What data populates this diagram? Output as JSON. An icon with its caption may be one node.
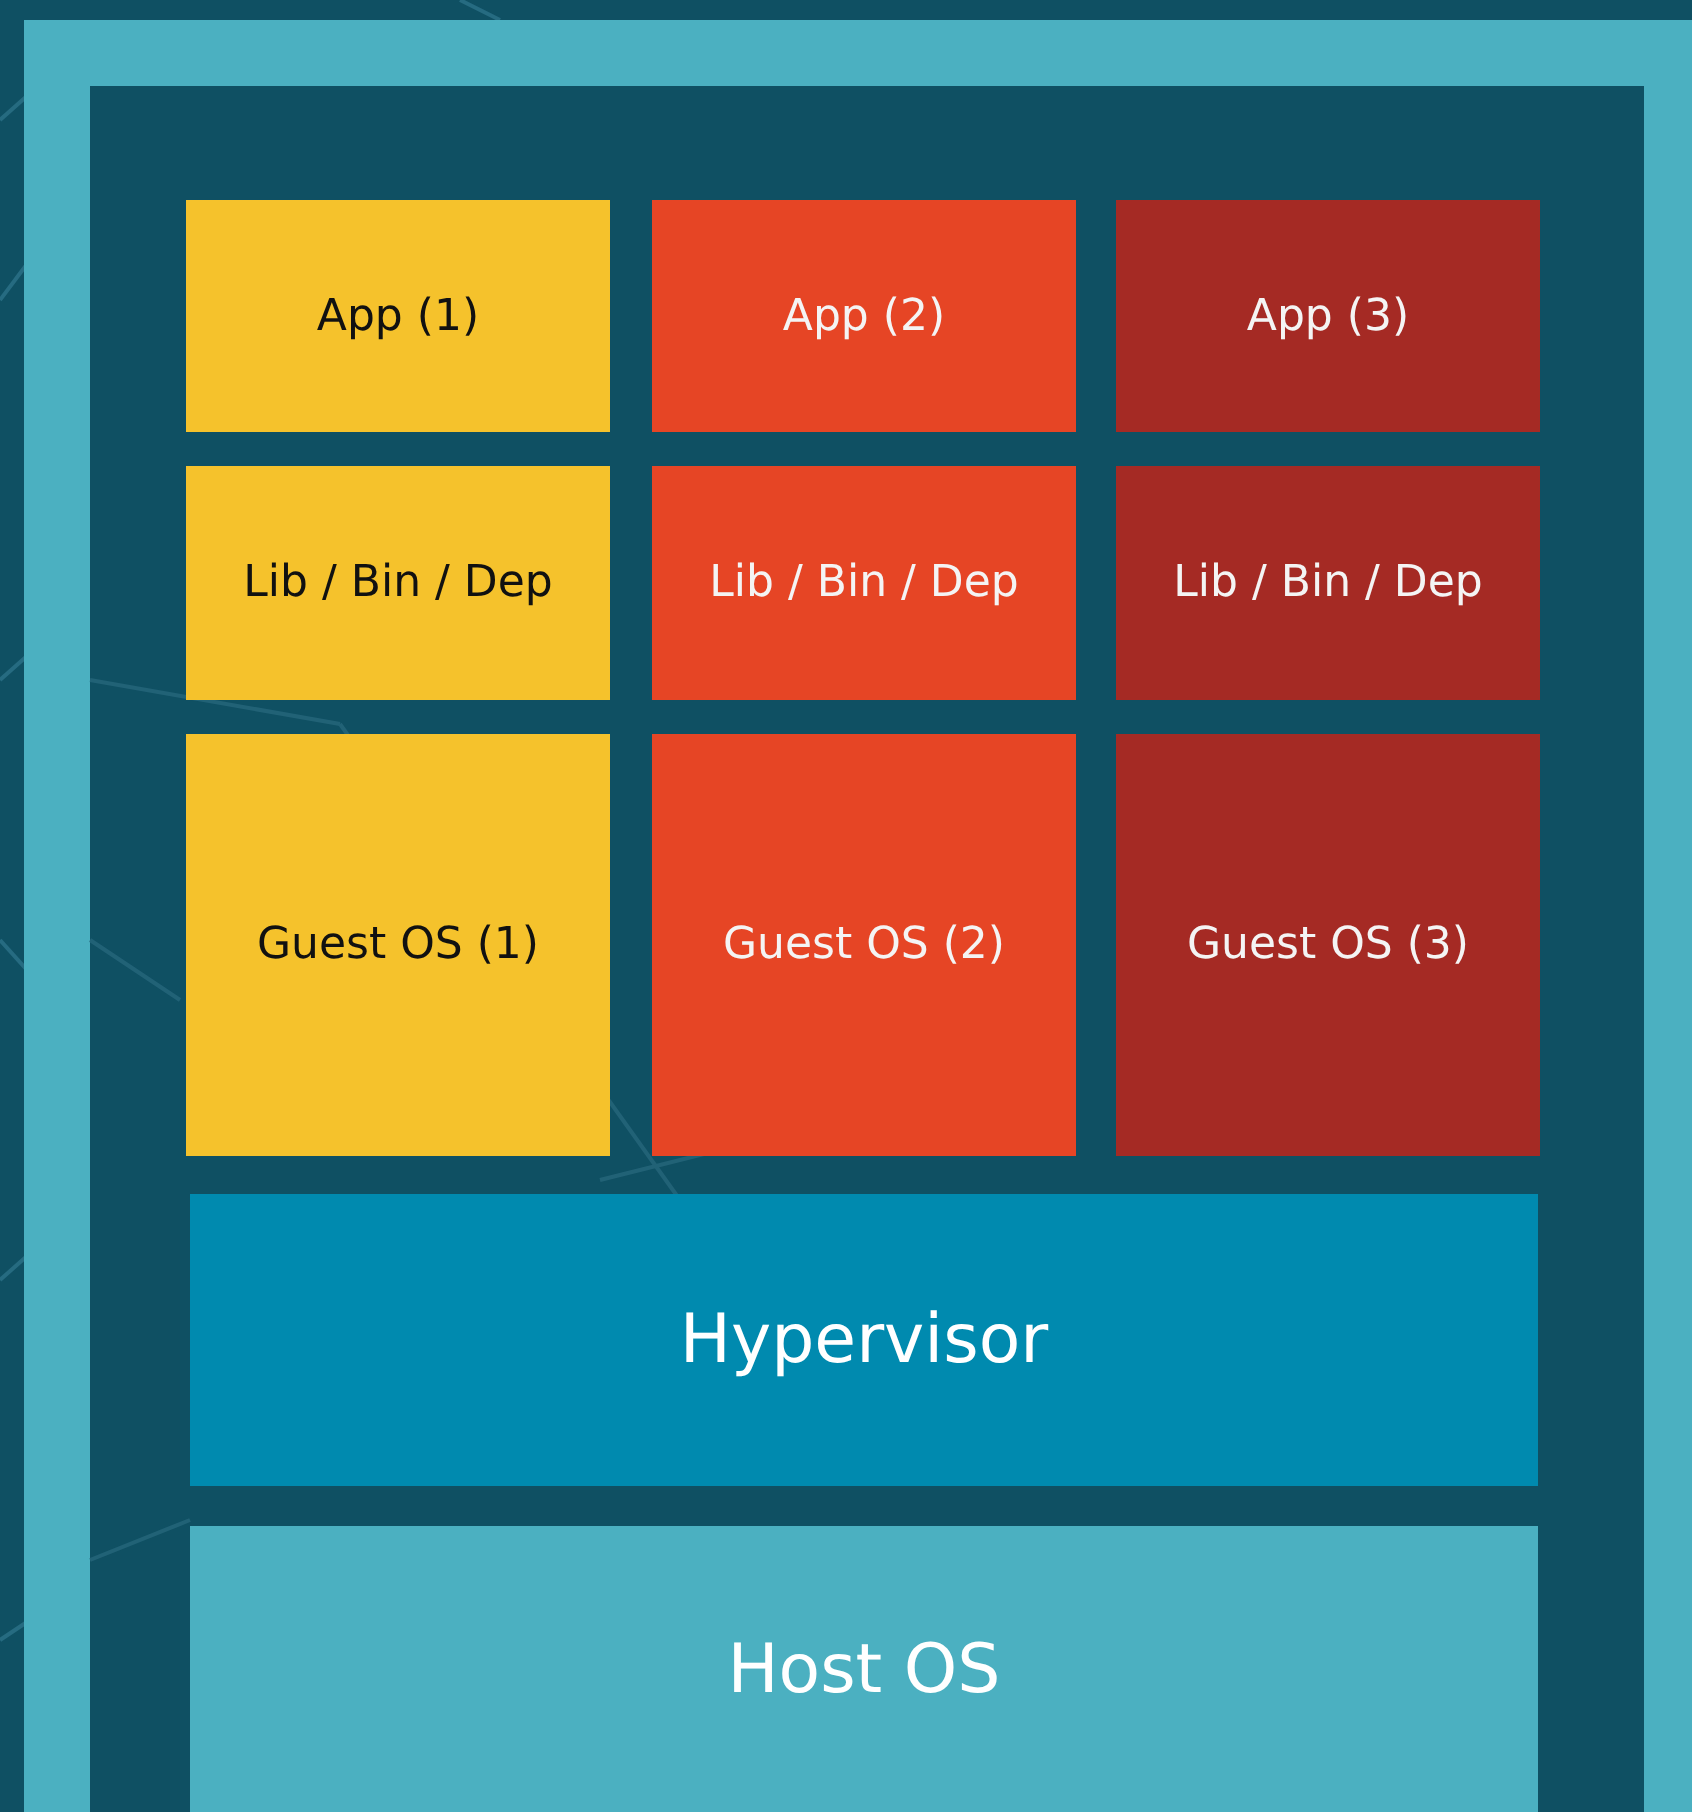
{
  "diagram": {
    "nodes": [
      {
        "text": [
          "App (1)"
        ]
      },
      {
        "text": [
          "App (2)"
        ]
      },
      {
        "text": [
          "App (3)"
        ]
      },
      {
        "text": [
          "Lib / Bin / Dep"
        ]
      },
      {
        "text": [
          "Lib / Bin / Dep"
        ]
      },
      {
        "text": [
          "Lib / Bin / Dep"
        ]
      },
      {
        "text": [
          "Guest OS (1)"
        ]
      },
      {
        "text": [
          "Guest OS (2)"
        ]
      },
      {
        "text": [
          "Guest OS (3)"
        ]
      },
      {
        "text": [
          "Hypervisor"
        ]
      },
      {
        "text": [
          "Host OS"
        ]
      }
    ]
  }
}
